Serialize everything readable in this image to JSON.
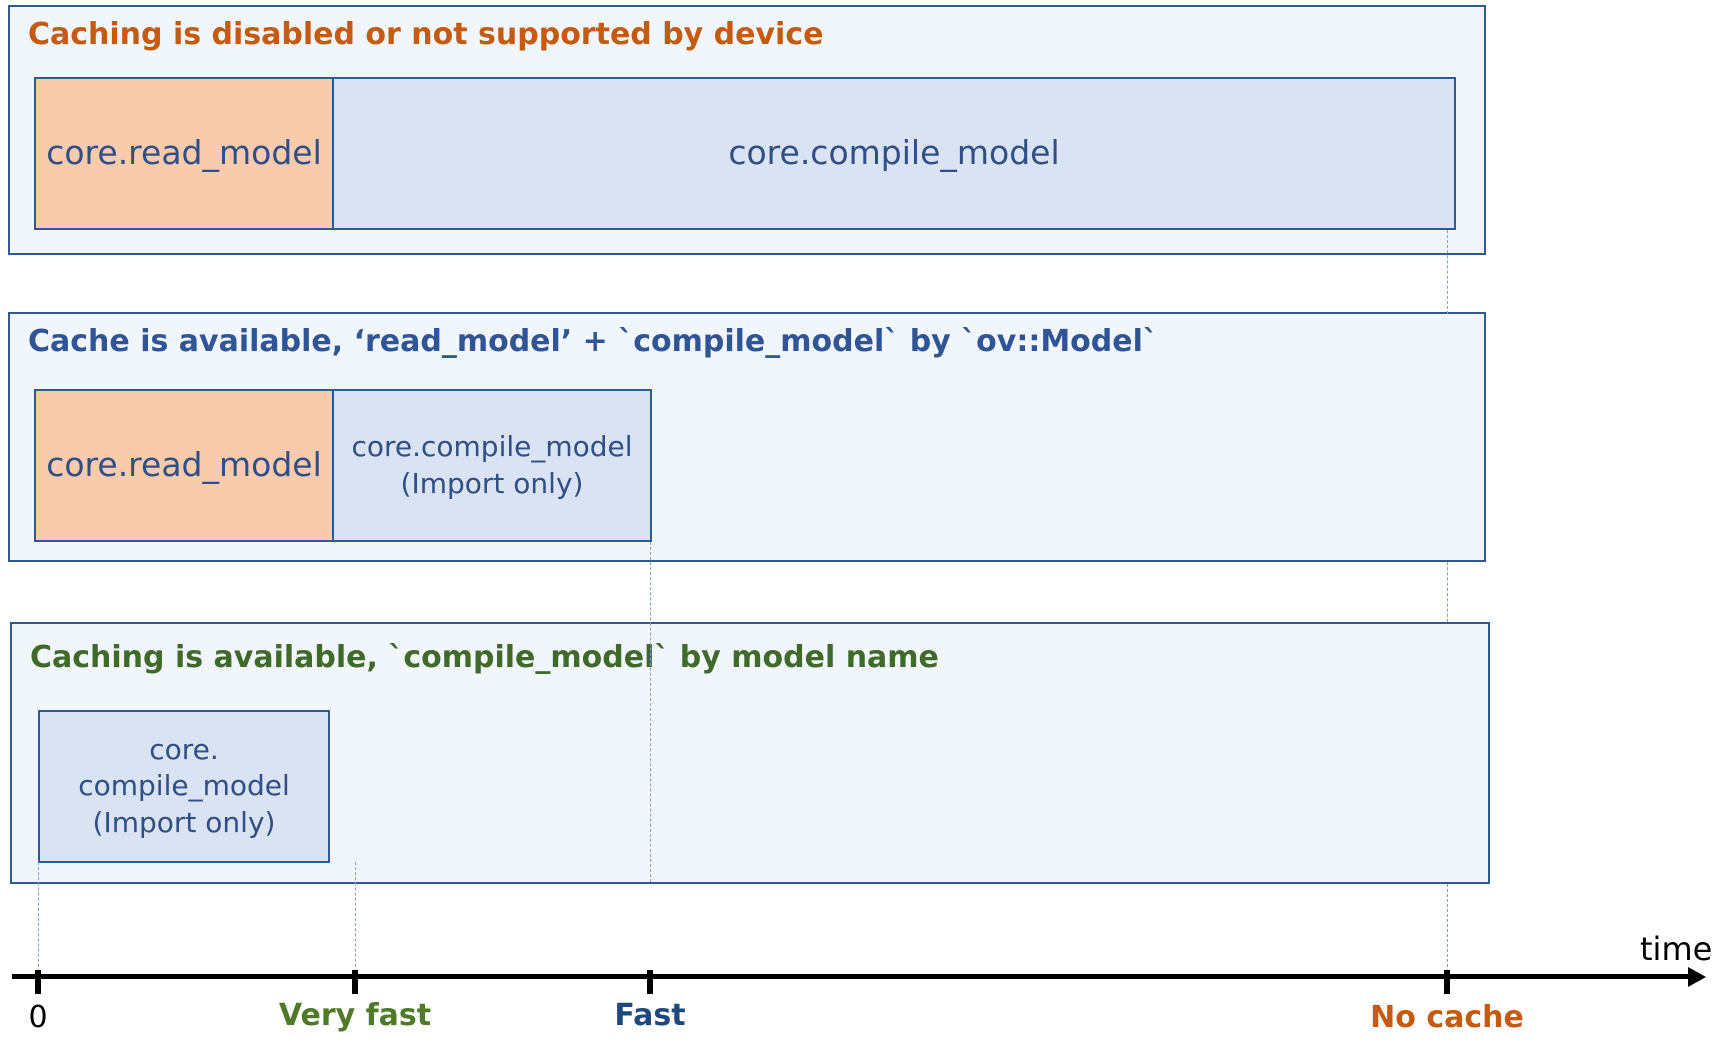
{
  "colors": {
    "panel_bg": "#f0f6fc",
    "panel_border": "#2f5b91",
    "read_box": "#f8cbad",
    "compile_box": "#dae3f3",
    "text_blue": "#2f4f85",
    "orange": "#c55a11",
    "dark_blue": "#1f497d",
    "green": "#4f7a28"
  },
  "panels": [
    {
      "title": "Caching is disabled or not supported by device",
      "title_color": "#c55a11",
      "boxes": [
        {
          "kind": "read",
          "lines": [
            "core.read_model"
          ]
        },
        {
          "kind": "compile",
          "lines": [
            "core.compile_model"
          ]
        }
      ]
    },
    {
      "title": "Cache is available, ‘read_model’ + `compile_model` by `ov::Model`",
      "title_color": "#2f5597",
      "boxes": [
        {
          "kind": "read",
          "lines": [
            "core.read_model"
          ]
        },
        {
          "kind": "compile",
          "lines": [
            "core.compile_model",
            "(Import only)"
          ]
        }
      ]
    },
    {
      "title": "Caching is available, `compile_model` by model name",
      "title_color": "#3f6a2a",
      "boxes": [
        {
          "kind": "compile",
          "lines": [
            "core. compile_model",
            "(Import only)"
          ]
        }
      ]
    }
  ],
  "axis": {
    "label": "time",
    "ticks": [
      {
        "label": "0",
        "color": "#000000"
      },
      {
        "label": "Very fast",
        "color": "#4f7a28"
      },
      {
        "label": "Fast",
        "color": "#1f497d"
      },
      {
        "label": "No cache",
        "color": "#c55a11"
      }
    ]
  }
}
